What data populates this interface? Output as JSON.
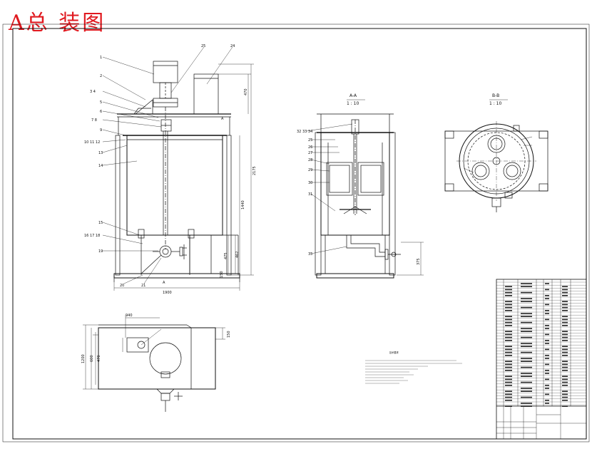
{
  "title": "A总 装图",
  "front_view": {
    "part_labels": [
      "1",
      "2",
      "3 4",
      "5",
      "6",
      "7 8",
      "9",
      "10 11 12",
      "13",
      "14",
      "15",
      "16 17 18",
      "19",
      "20",
      "21",
      "25",
      "24"
    ],
    "dims": {
      "d_470": "470",
      "d_2175": "2175",
      "d_1440": "1440",
      "d_475": "475",
      "d_462": "462",
      "d_150": "150",
      "d_1900": "1900"
    },
    "marks": {
      "a_top": "A",
      "a_bottom": "A"
    }
  },
  "section_aa": {
    "title": "A-A",
    "scale": "1 : 10",
    "part_labels": [
      "32 33 34",
      "25",
      "26",
      "27",
      "28",
      "29",
      "30",
      "31",
      "35"
    ],
    "dims": {
      "d_375": "375"
    }
  },
  "section_bb": {
    "title": "B-B",
    "scale": "1 : 10"
  },
  "plan_view": {
    "dims": {
      "d_940": "940",
      "d_150": "150",
      "d_600": "600",
      "d_470": "470",
      "d_1200": "1200"
    }
  },
  "tech_req_title": "技术要求"
}
